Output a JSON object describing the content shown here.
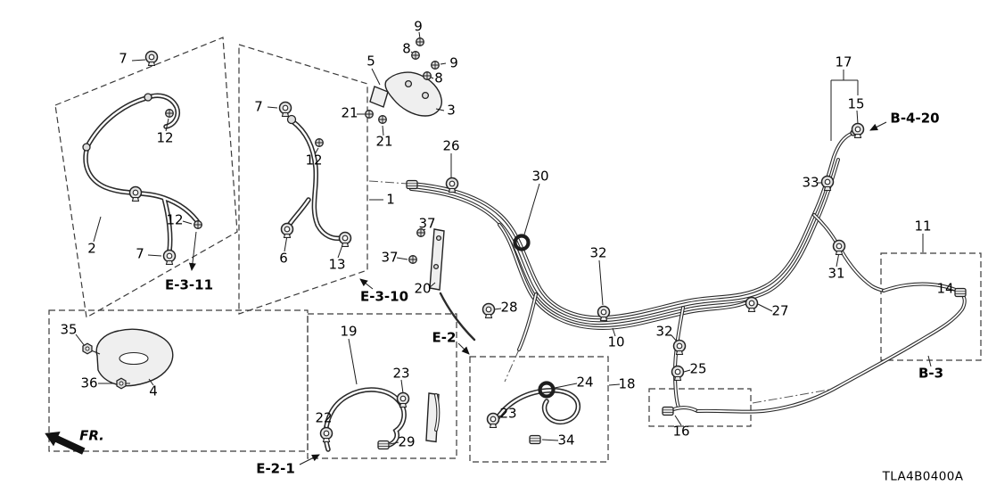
{
  "diagram": {
    "code": "TLA4B0400A",
    "fr": "FR."
  },
  "ref_codes": {
    "e311": "E-3-11",
    "e310": "E-3-10",
    "e2": "E-2",
    "e21": "E-2-1",
    "b420": "B-4-20",
    "b3": "B-3"
  },
  "callouts": {
    "n1": "1",
    "n2": "2",
    "n3": "3",
    "n4": "4",
    "n5": "5",
    "n6": "6",
    "n7a": "7",
    "n7b": "7",
    "n7c": "7",
    "n8a": "8",
    "n8b": "8",
    "n9a": "9",
    "n9b": "9",
    "n10": "10",
    "n11": "11",
    "n12a": "12",
    "n12b": "12",
    "n12c": "12",
    "n13": "13",
    "n14": "14",
    "n15": "15",
    "n16": "16",
    "n17": "17",
    "n18": "18",
    "n19": "19",
    "n20": "20",
    "n21a": "21",
    "n21b": "21",
    "n22": "22",
    "n23a": "23",
    "n23b": "23",
    "n24": "24",
    "n25": "25",
    "n26": "26",
    "n27": "27",
    "n28": "28",
    "n29": "29",
    "n30": "30",
    "n31": "31",
    "n32a": "32",
    "n32b": "32",
    "n33": "33",
    "n34": "34",
    "n35": "35",
    "n36": "36",
    "n37a": "37",
    "n37b": "37"
  }
}
